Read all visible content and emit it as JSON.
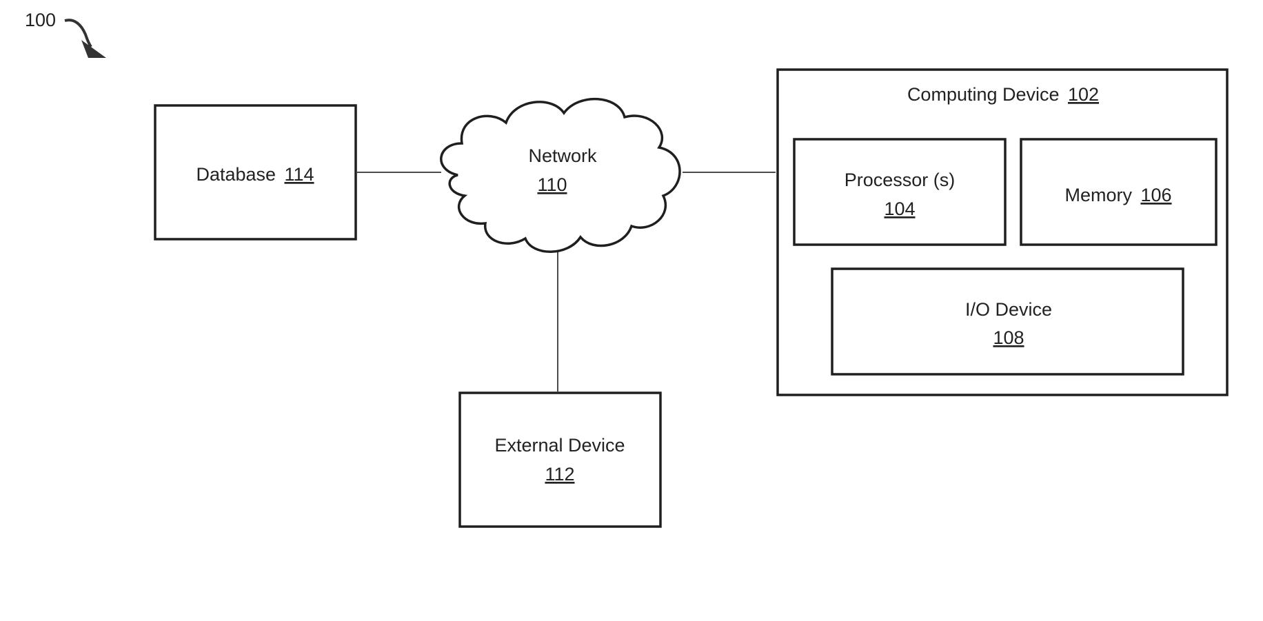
{
  "figure": {
    "ref_label": "100"
  },
  "nodes": {
    "database": {
      "label": "Database",
      "ref": "114"
    },
    "network": {
      "label": "Network",
      "ref": "110"
    },
    "external_device": {
      "label": "External Device",
      "ref": "112"
    },
    "computing_device": {
      "label": "Computing Device",
      "ref": "102"
    },
    "processor": {
      "label": "Processor (s)",
      "ref": "104"
    },
    "memory": {
      "label": "Memory",
      "ref": "106"
    },
    "io_device": {
      "label": "I/O Device",
      "ref": "108"
    }
  }
}
